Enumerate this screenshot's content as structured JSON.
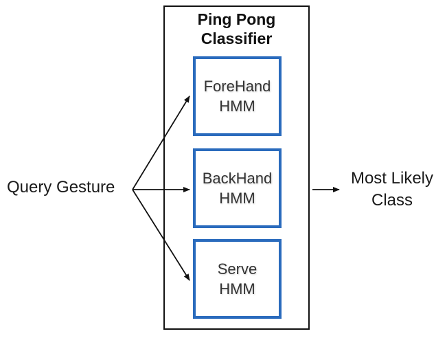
{
  "classifier": {
    "title_line1": "Ping Pong",
    "title_line2": "Classifier"
  },
  "models": [
    {
      "line1": "ForeHand",
      "line2": "HMM"
    },
    {
      "line1": "BackHand",
      "line2": "HMM"
    },
    {
      "line1": "Serve",
      "line2": "HMM"
    }
  ],
  "input": {
    "label": "Query Gesture"
  },
  "output": {
    "line1": "Most Likely",
    "line2": "Class"
  },
  "colors": {
    "model_border": "#2a6bbd",
    "frame": "#111111",
    "arrow": "#111111"
  }
}
